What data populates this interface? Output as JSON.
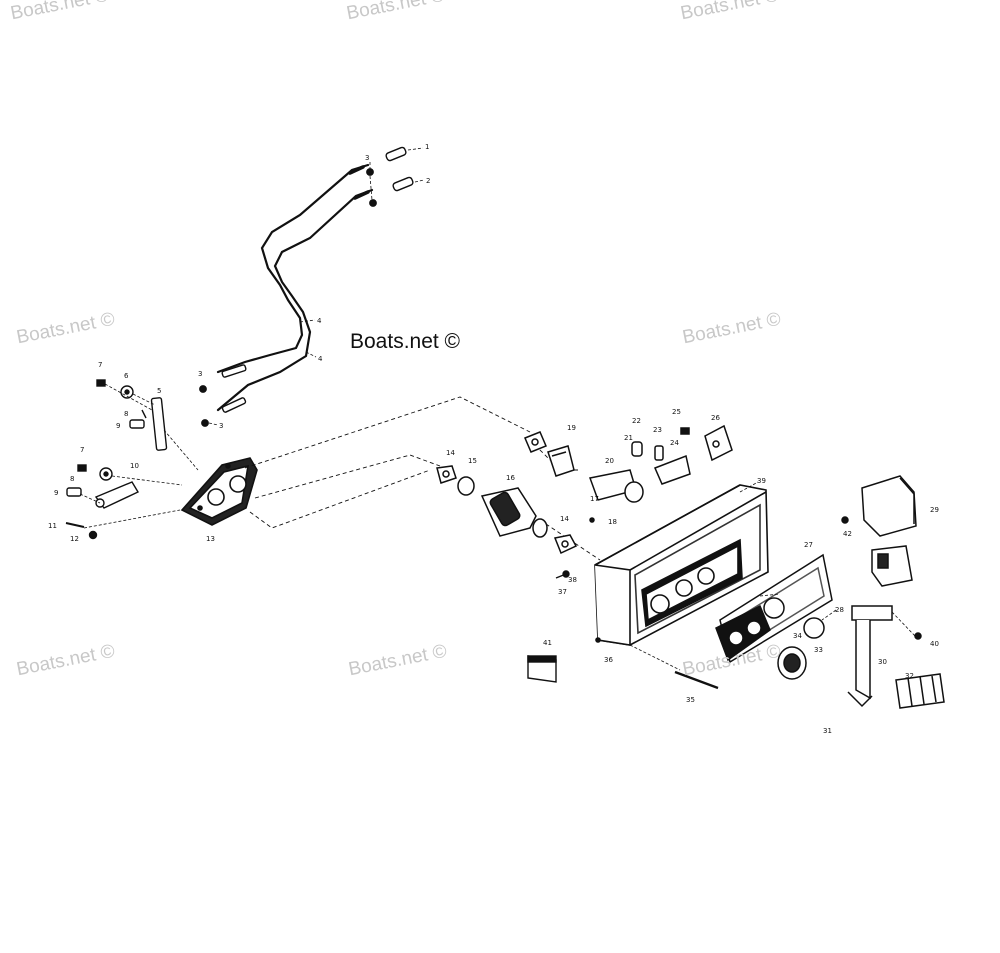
{
  "watermark": {
    "text": "Boats.net ©"
  },
  "callouts": [
    "1",
    "2",
    "3",
    "3",
    "3",
    "4",
    "4",
    "5",
    "6",
    "7",
    "7",
    "8",
    "8",
    "9",
    "9",
    "10",
    "11",
    "12",
    "13",
    "14",
    "14",
    "15",
    "16",
    "17",
    "18",
    "19",
    "20",
    "21",
    "22",
    "23",
    "24",
    "25",
    "26",
    "27",
    "28",
    "29",
    "30",
    "31",
    "32",
    "33",
    "34",
    "35",
    "36",
    "37",
    "38",
    "39",
    "40",
    "41",
    "42"
  ]
}
